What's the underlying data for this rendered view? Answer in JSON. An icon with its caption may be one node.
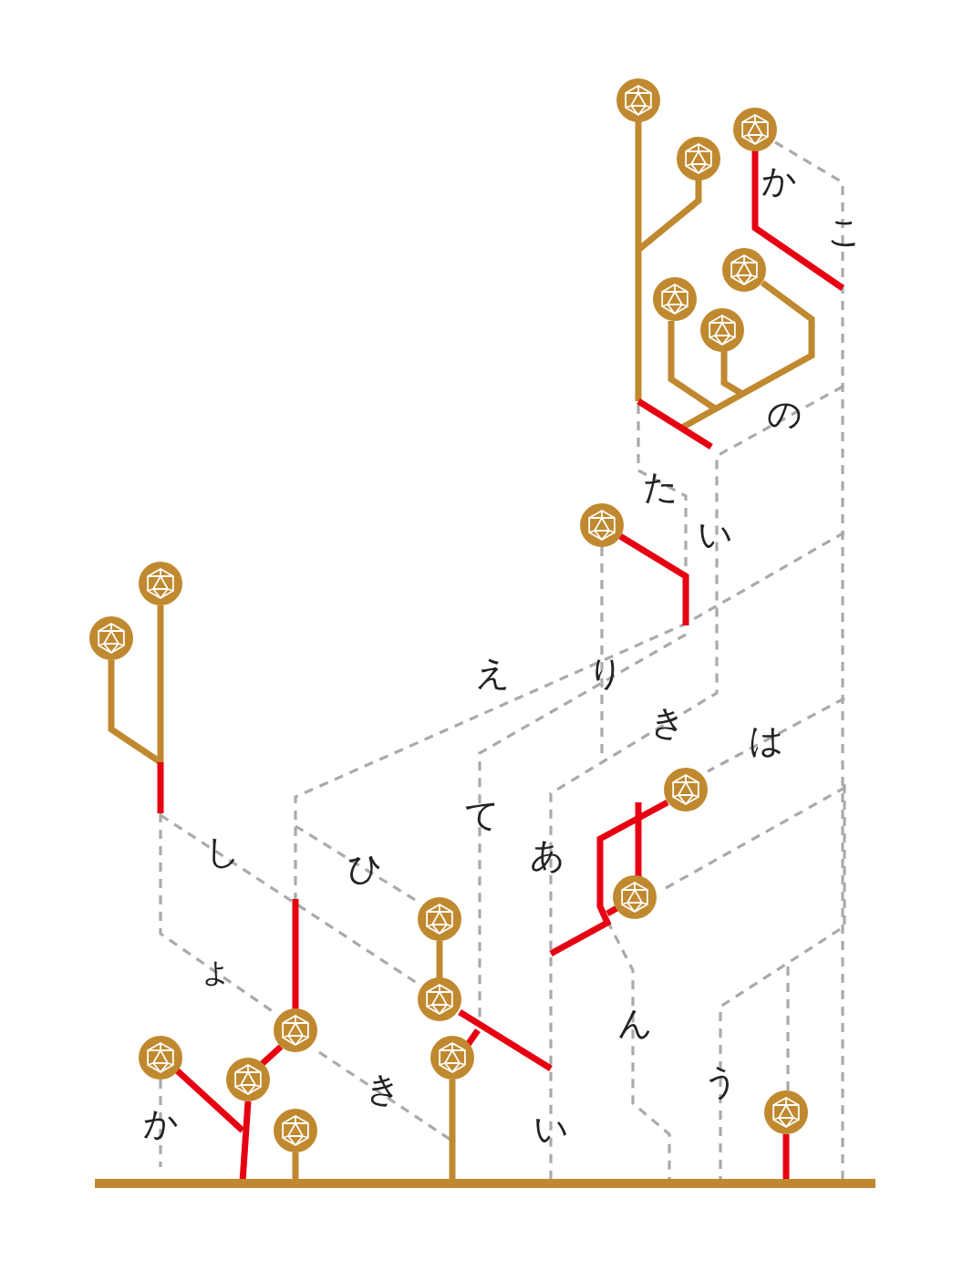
{
  "diagram": {
    "labels": [
      "か",
      "こ",
      "の",
      "た",
      "い",
      "え",
      "り",
      "き",
      "は",
      "て",
      "し",
      "あ",
      "ひ",
      "ょ",
      "ん",
      "き",
      "う",
      "か",
      "い"
    ]
  }
}
